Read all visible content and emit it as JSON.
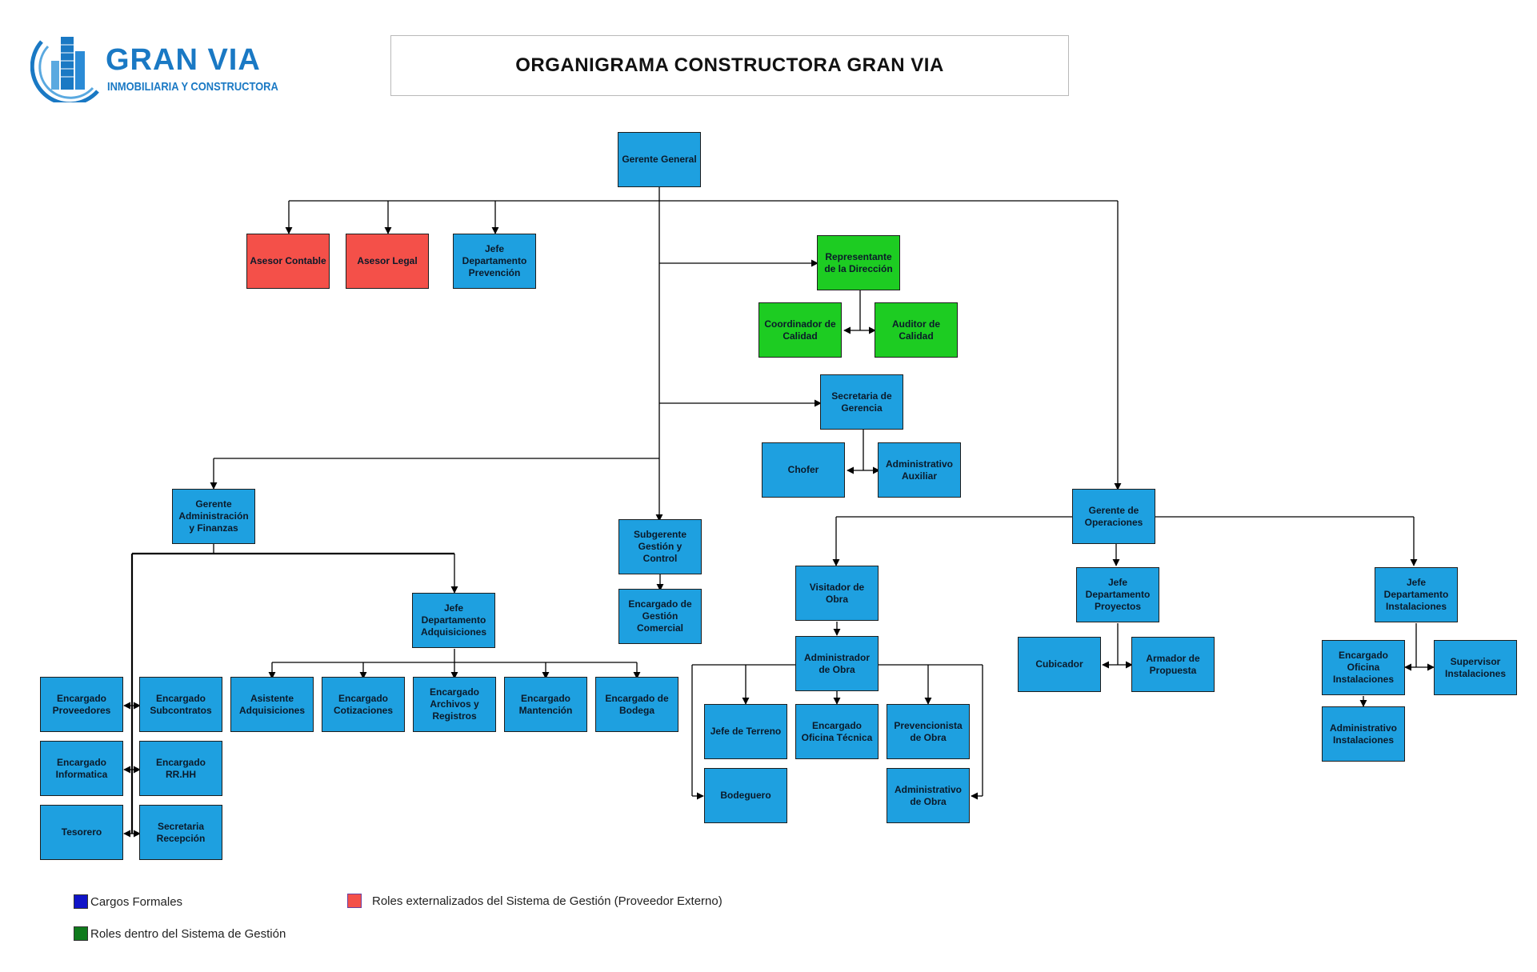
{
  "logo": {
    "name": "GRAN VIA",
    "tagline": "INMOBILIARIA Y CONSTRUCTORA"
  },
  "title": "ORGANIGRAMA CONSTRUCTORA GRAN VIA",
  "colors": {
    "formal": "#1ea0e0",
    "external": "#f45049",
    "management_system": "#1dcc22"
  },
  "nodes": {
    "gerente_general": "Gerente General",
    "asesor_contable": "Asesor Contable",
    "asesor_legal": "Asesor Legal",
    "jefe_prevencion": "Jefe Departamento Prevención",
    "representante_direccion": "Representante de la Dirección",
    "coordinador_calidad": "Coordinador de Calidad",
    "auditor_calidad": "Auditor de Calidad",
    "secretaria_gerencia": "Secretaria de Gerencia",
    "chofer": "Chofer",
    "administrativo_auxiliar": "Administrativo Auxiliar",
    "gerente_admin": "Gerente Administración y Finanzas",
    "subgerente_gestion": "Subgerente Gestión y Control",
    "encargado_gestion_comercial": "Encargado de Gestión Comercial",
    "gerente_operaciones": "Gerente de Operaciones",
    "jefe_adquisiciones": "Jefe Departamento Adquisiciones",
    "encargado_proveedores": "Encargado Proveedores",
    "encargado_subcontratos": "Encargado Subcontratos",
    "encargado_informatica": "Encargado Informatica",
    "encargado_rrhh": "Encargado RR.HH",
    "tesorero": "Tesorero",
    "secretaria_recepcion": "Secretaria Recepción",
    "asistente_adquisiciones": "Asistente Adquisiciones",
    "encargado_cotizaciones": "Encargado Cotizaciones",
    "encargado_archivos": "Encargado Archivos y Registros",
    "encargado_mantencion": "Encargado Mantención",
    "encargado_bodega": "Encargado de Bodega",
    "visitador_obra": "Visitador de Obra",
    "administrador_obra": "Administrador de Obra",
    "jefe_terreno": "Jefe de Terreno",
    "encargado_oficina_tecnica": "Encargado Oficina Técnica",
    "prevencionista_obra": "Prevencionista de Obra",
    "bodeguero": "Bodeguero",
    "administrativo_obra": "Administrativo de Obra",
    "jefe_proyectos": "Jefe Departamento Proyectos",
    "cubicador": "Cubicador",
    "armador_propuesta": "Armador de Propuesta",
    "jefe_instalaciones": "Jefe Departamento Instalaciones",
    "encargado_oficina_instalaciones": "Encargado Oficina Instalaciones",
    "supervisor_instalaciones": "Supervisor Instalaciones",
    "administrativo_instalaciones": "Administrativo Instalaciones"
  },
  "legend": {
    "formal": "Cargos Formales",
    "external": "Roles externalizados del Sistema de Gestión  (Proveedor Externo)",
    "management_system": "Roles dentro del Sistema de Gestión"
  }
}
